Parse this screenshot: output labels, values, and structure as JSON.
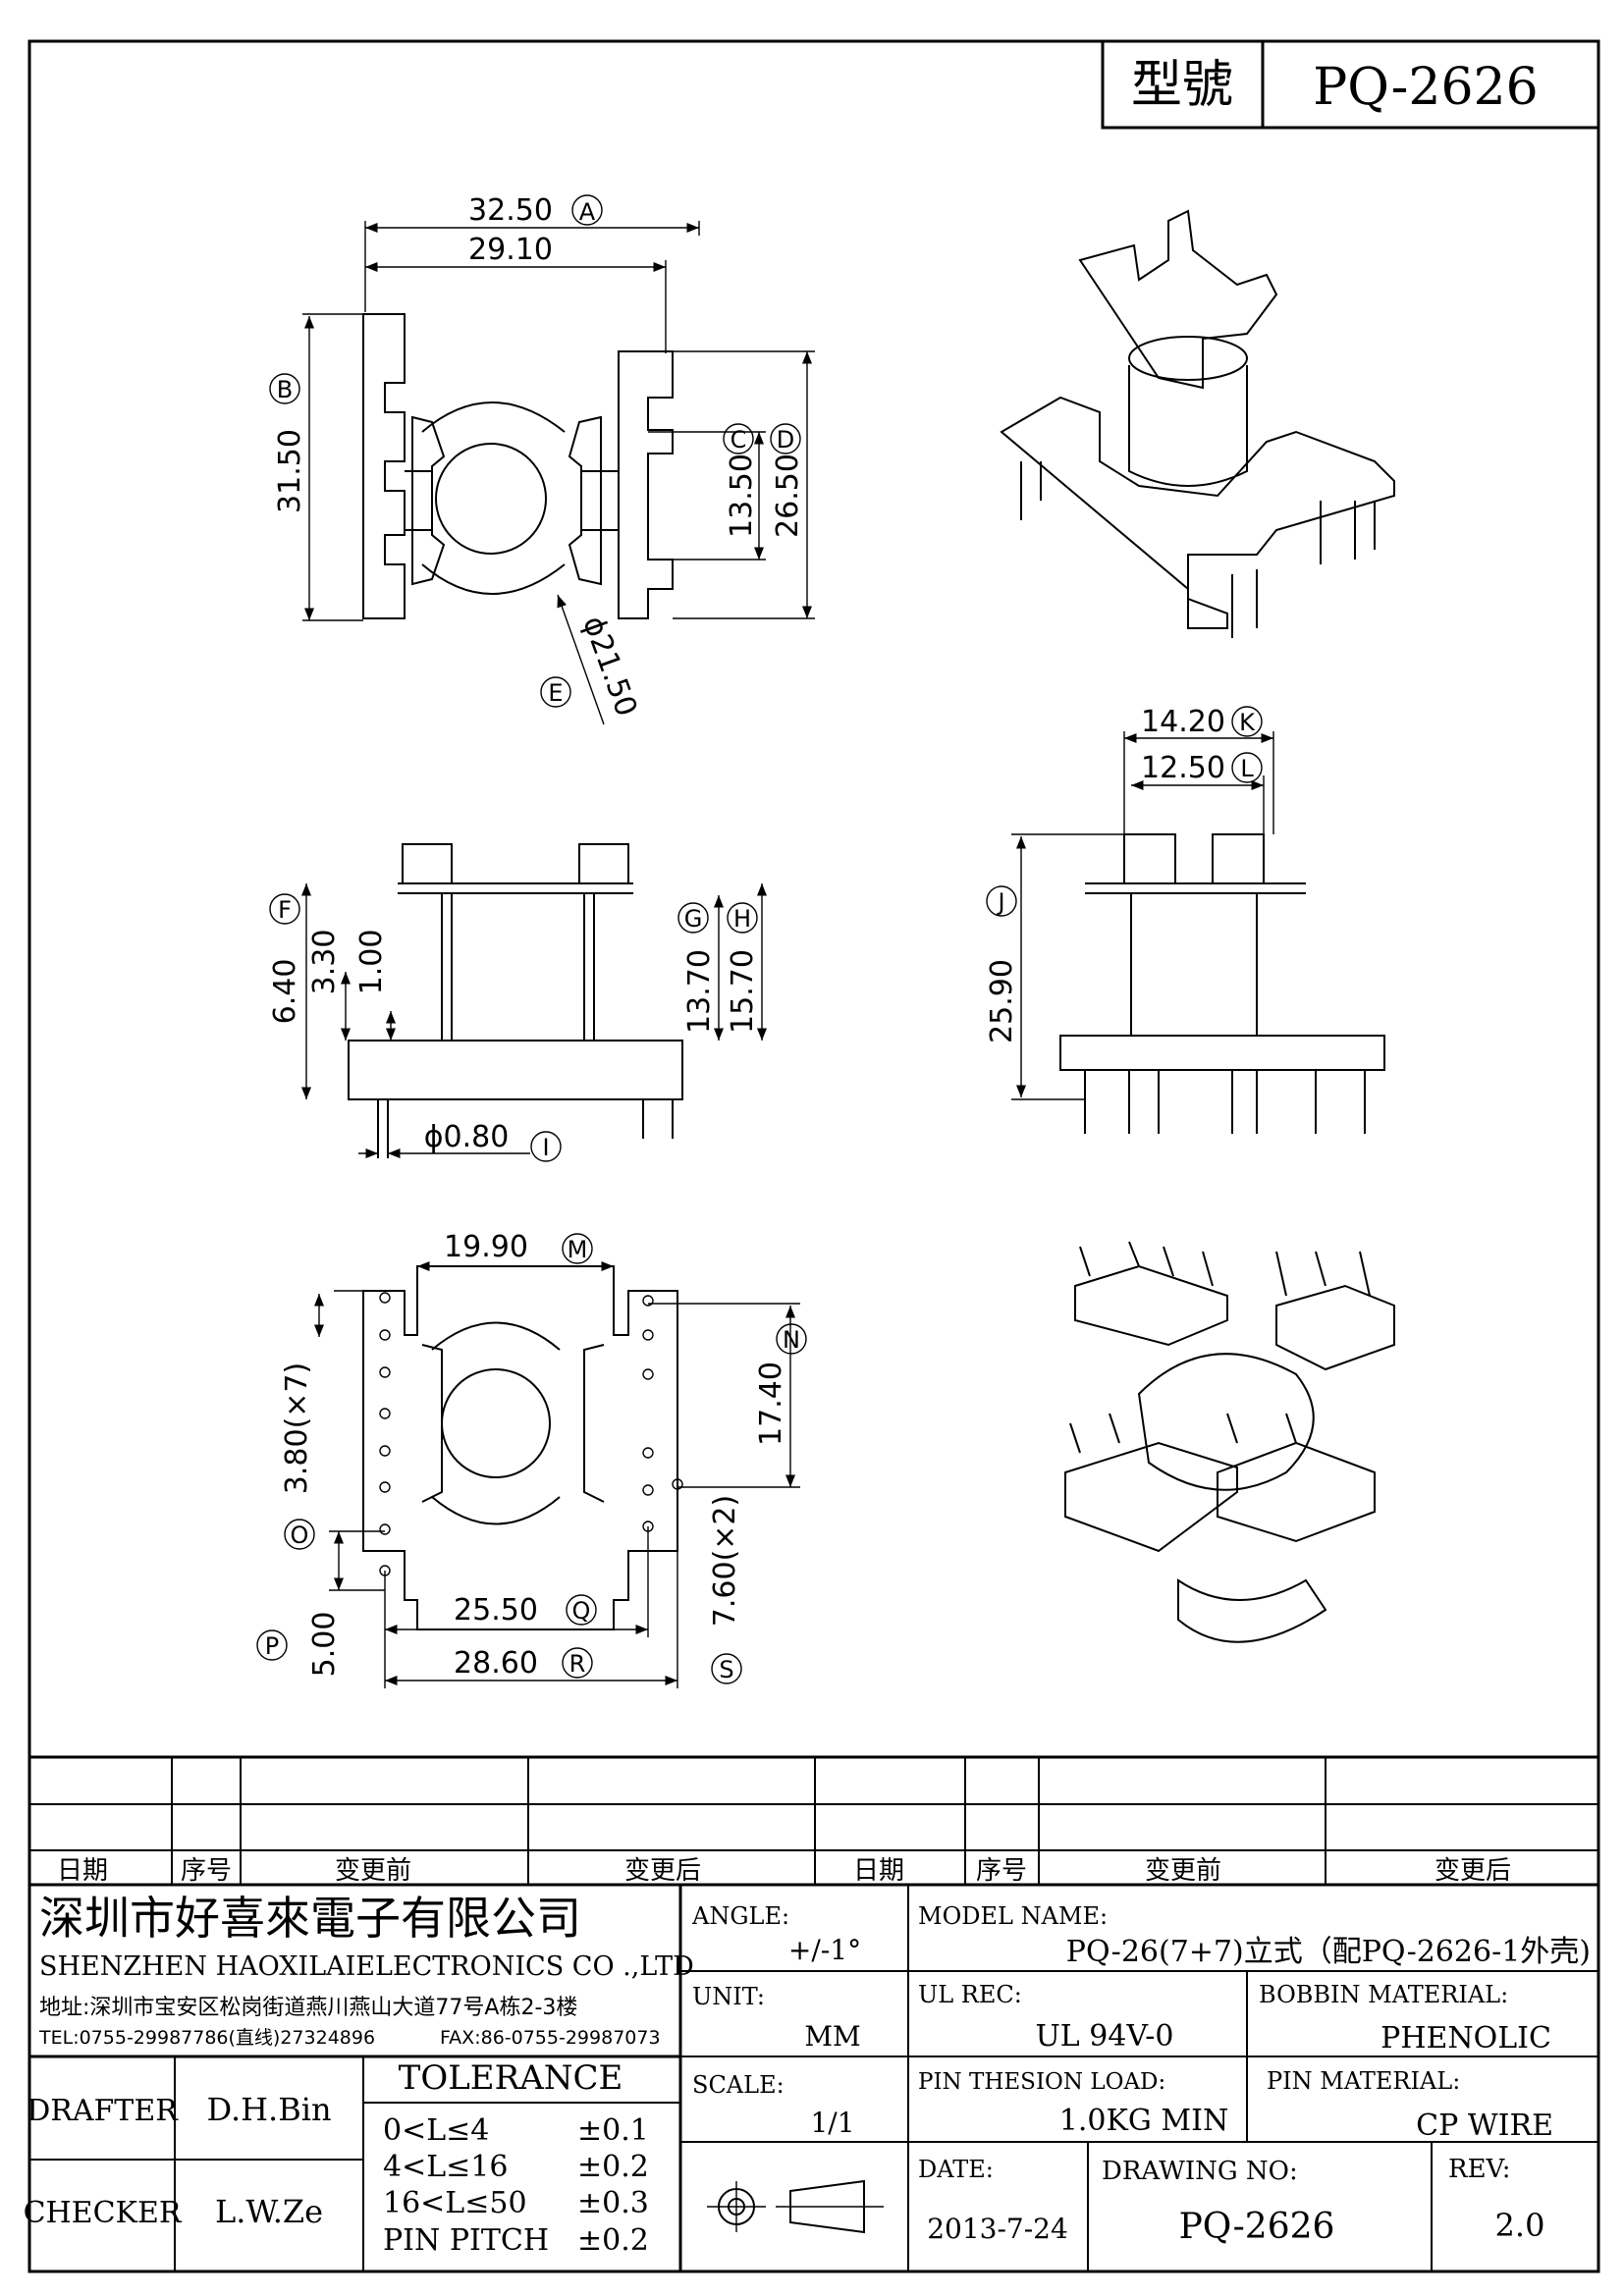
{
  "title_block": {
    "model_label": "型號",
    "model_value": "PQ-2626"
  },
  "dimensions": {
    "top_view": [
      {
        "value": "32.50",
        "label": "A"
      },
      {
        "value": "29.10",
        "label": ""
      },
      {
        "value": "31.50",
        "label": "B"
      },
      {
        "value": "13.50",
        "label": "C"
      },
      {
        "value": "26.50",
        "label": "D"
      },
      {
        "value": "ϕ21.50",
        "label": "E"
      }
    ],
    "side_view": [
      {
        "value": "6.40",
        "label": "F"
      },
      {
        "value": "3.30",
        "label": ""
      },
      {
        "value": "1.00",
        "label": ""
      },
      {
        "value": "13.70",
        "label": "G"
      },
      {
        "value": "15.70",
        "label": "H"
      },
      {
        "value": "ϕ0.80",
        "label": "I"
      }
    ],
    "front_view": [
      {
        "value": "14.20",
        "label": "K"
      },
      {
        "value": "12.50",
        "label": "L"
      },
      {
        "value": "25.90",
        "label": "J"
      }
    ],
    "bottom_view": [
      {
        "value": "19.90",
        "label": "M"
      },
      {
        "value": "17.40",
        "label": "N"
      },
      {
        "value": "3.80(×7)",
        "label": "O"
      },
      {
        "value": "5.00",
        "label": "P"
      },
      {
        "value": "25.50",
        "label": "Q"
      },
      {
        "value": "28.60",
        "label": "R"
      },
      {
        "value": "7.60(×2)",
        "label": "S"
      }
    ]
  },
  "revision_table": {
    "headers": [
      "日期",
      "序号",
      "变更前",
      "变更后",
      "日期",
      "序号",
      "变更前",
      "变更后"
    ]
  },
  "company": {
    "name_cn": "深圳市好喜來電子有限公司",
    "name_en": "SHENZHEN HAOXILAIELECTRONICS CO .,LTD",
    "address": "地址:深圳市宝安区松岗街道燕川燕山大道77号A栋2-3楼",
    "tel": "TEL:0755-29987786(直线)27324896",
    "fax": "FAX:86-0755-29987073"
  },
  "drafter": {
    "label": "DRAFTER",
    "value": "D.H.Bin"
  },
  "checker": {
    "label": "CHECKER",
    "value": "L.W.Ze"
  },
  "tolerance": {
    "title": "TOLERANCE",
    "rows": [
      {
        "range": "0<L≤4",
        "value": "±0.1"
      },
      {
        "range": "4<L≤16",
        "value": "±0.2"
      },
      {
        "range": "16<L≤50",
        "value": "±0.3"
      },
      {
        "range": "PIN PITCH",
        "value": "±0.2"
      }
    ]
  },
  "fields": {
    "angle": {
      "label": "ANGLE:",
      "value": "+/-1°"
    },
    "unit": {
      "label": "UNIT:",
      "value": "MM"
    },
    "scale": {
      "label": "SCALE:",
      "value": "1/1"
    },
    "model_name": {
      "label": "MODEL NAME:",
      "value": "PQ-26(7+7)立式（配PQ-2626-1外壳)"
    },
    "ul_rec": {
      "label": "UL REC:",
      "value": "UL 94V-0"
    },
    "bobbin_material": {
      "label": "BOBBIN MATERIAL:",
      "value": "PHENOLIC"
    },
    "pin_thesion_load": {
      "label": "PIN THESION LOAD:",
      "value": "1.0KG MIN"
    },
    "pin_material": {
      "label": "PIN MATERIAL:",
      "value": "CP  WIRE"
    },
    "date": {
      "label": "DATE:",
      "value": "2013-7-24"
    },
    "drawing_no": {
      "label": "DRAWING NO:",
      "value": "PQ-2626"
    },
    "rev": {
      "label": "REV:",
      "value": "2.0"
    }
  }
}
